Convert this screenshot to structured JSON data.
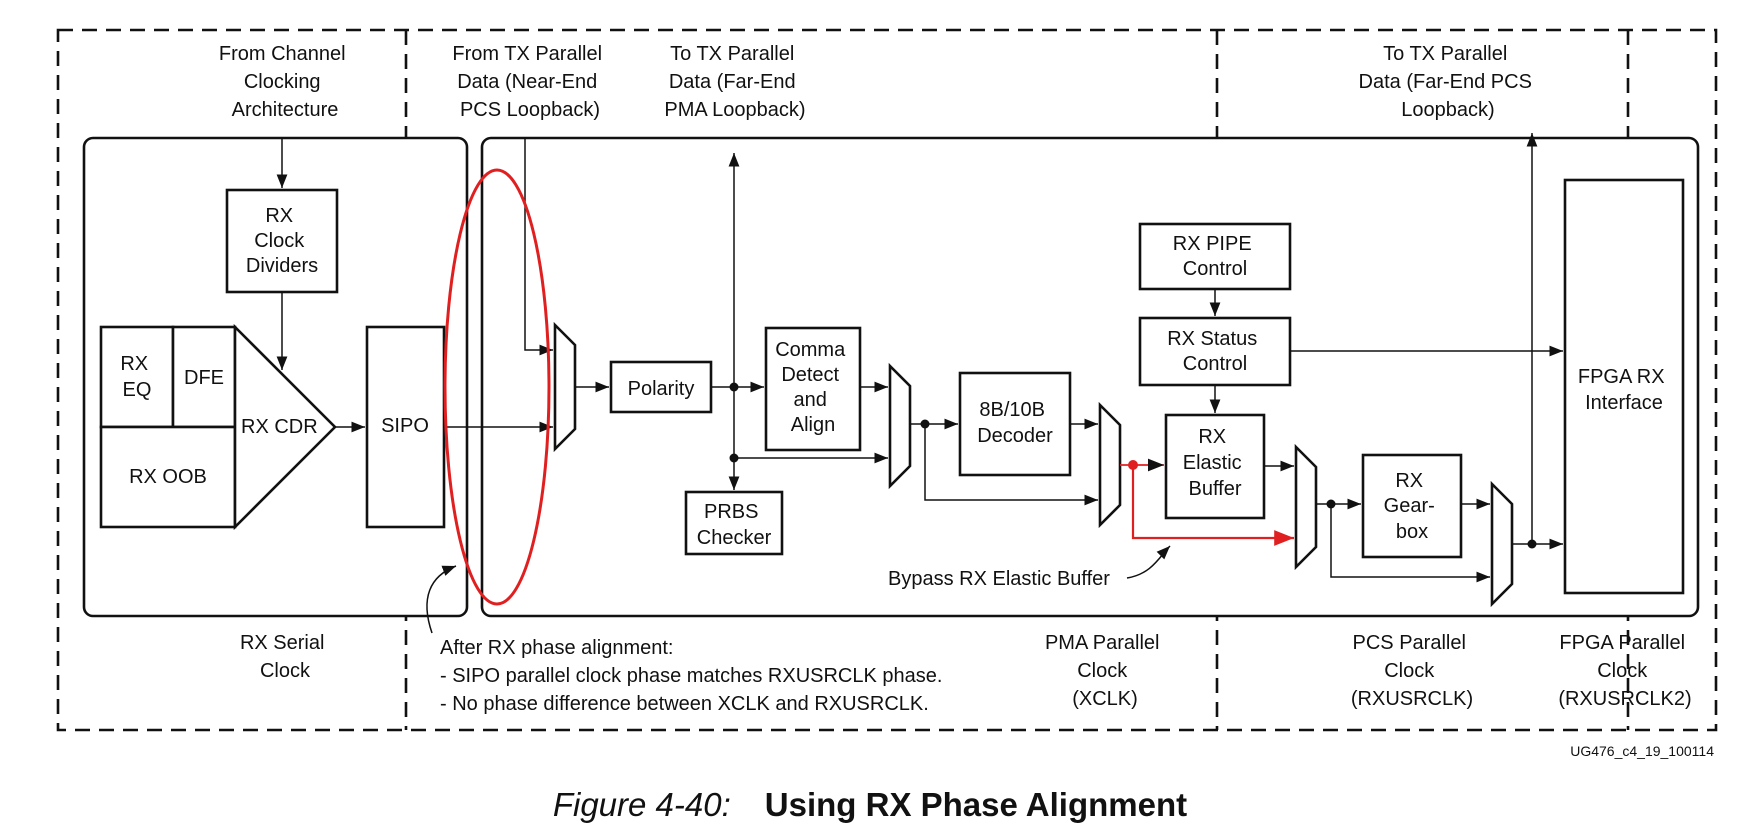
{
  "colors": {
    "ink": "#111111",
    "highlight": "#e02020",
    "background": "#ffffff"
  },
  "labels": {
    "from_channel_clocking": [
      "From Channel",
      "Clocking",
      "Architecture"
    ],
    "from_tx_parallel": [
      "From TX Parallel",
      "Data (Near-End",
      "PCS Loopback)"
    ],
    "to_tx_parallel_pma": [
      "To TX Parallel",
      "Data (Far-End",
      "PMA Loopback)"
    ],
    "to_tx_parallel_pcs": [
      "To TX Parallel",
      "Data (Far-End PCS",
      "Loopback)"
    ],
    "rx_serial_clock": [
      "RX Serial",
      "Clock"
    ],
    "pma_parallel_clock": [
      "PMA Parallel",
      "Clock",
      "(XCLK)"
    ],
    "pcs_parallel_clock": [
      "PCS Parallel",
      "Clock",
      "(RXUSRCLK)"
    ],
    "fpga_parallel_clock": [
      "FPGA Parallel",
      "Clock",
      "(RXUSRCLK2)"
    ],
    "bypass_note": "Bypass RX Elastic Buffer",
    "phase_note": [
      "After RX phase alignment:",
      "- SIPO parallel clock phase matches RXUSRCLK phase.",
      "- No phase difference between XCLK and RXUSRCLK."
    ],
    "doc_id": "UG476_c4_19_100114"
  },
  "blocks": {
    "rx_clock_dividers": [
      "RX",
      "Clock",
      "Dividers"
    ],
    "rx_eq": [
      "RX",
      "EQ"
    ],
    "dfe": [
      "DFE"
    ],
    "rx_oob": [
      "RX OOB"
    ],
    "rx_cdr": [
      "RX CDR"
    ],
    "sipo": [
      "SIPO"
    ],
    "polarity": [
      "Polarity"
    ],
    "comma_detect": [
      "Comma",
      "Detect",
      "and",
      "Align"
    ],
    "prbs_checker": [
      "PRBS",
      "Checker"
    ],
    "decoder": [
      "8B/10B",
      "Decoder"
    ],
    "rx_pipe_control": [
      "RX PIPE",
      "Control"
    ],
    "rx_status_control": [
      "RX Status",
      "Control"
    ],
    "rx_elastic_buffer": [
      "RX",
      "Elastic",
      "Buffer"
    ],
    "rx_gearbox": [
      "RX",
      "Gear-",
      "box"
    ],
    "fpga_rx_interface": [
      "FPGA RX",
      "Interface"
    ]
  },
  "caption": {
    "number": "Figure 4-40:",
    "title": "Using RX Phase Alignment"
  }
}
